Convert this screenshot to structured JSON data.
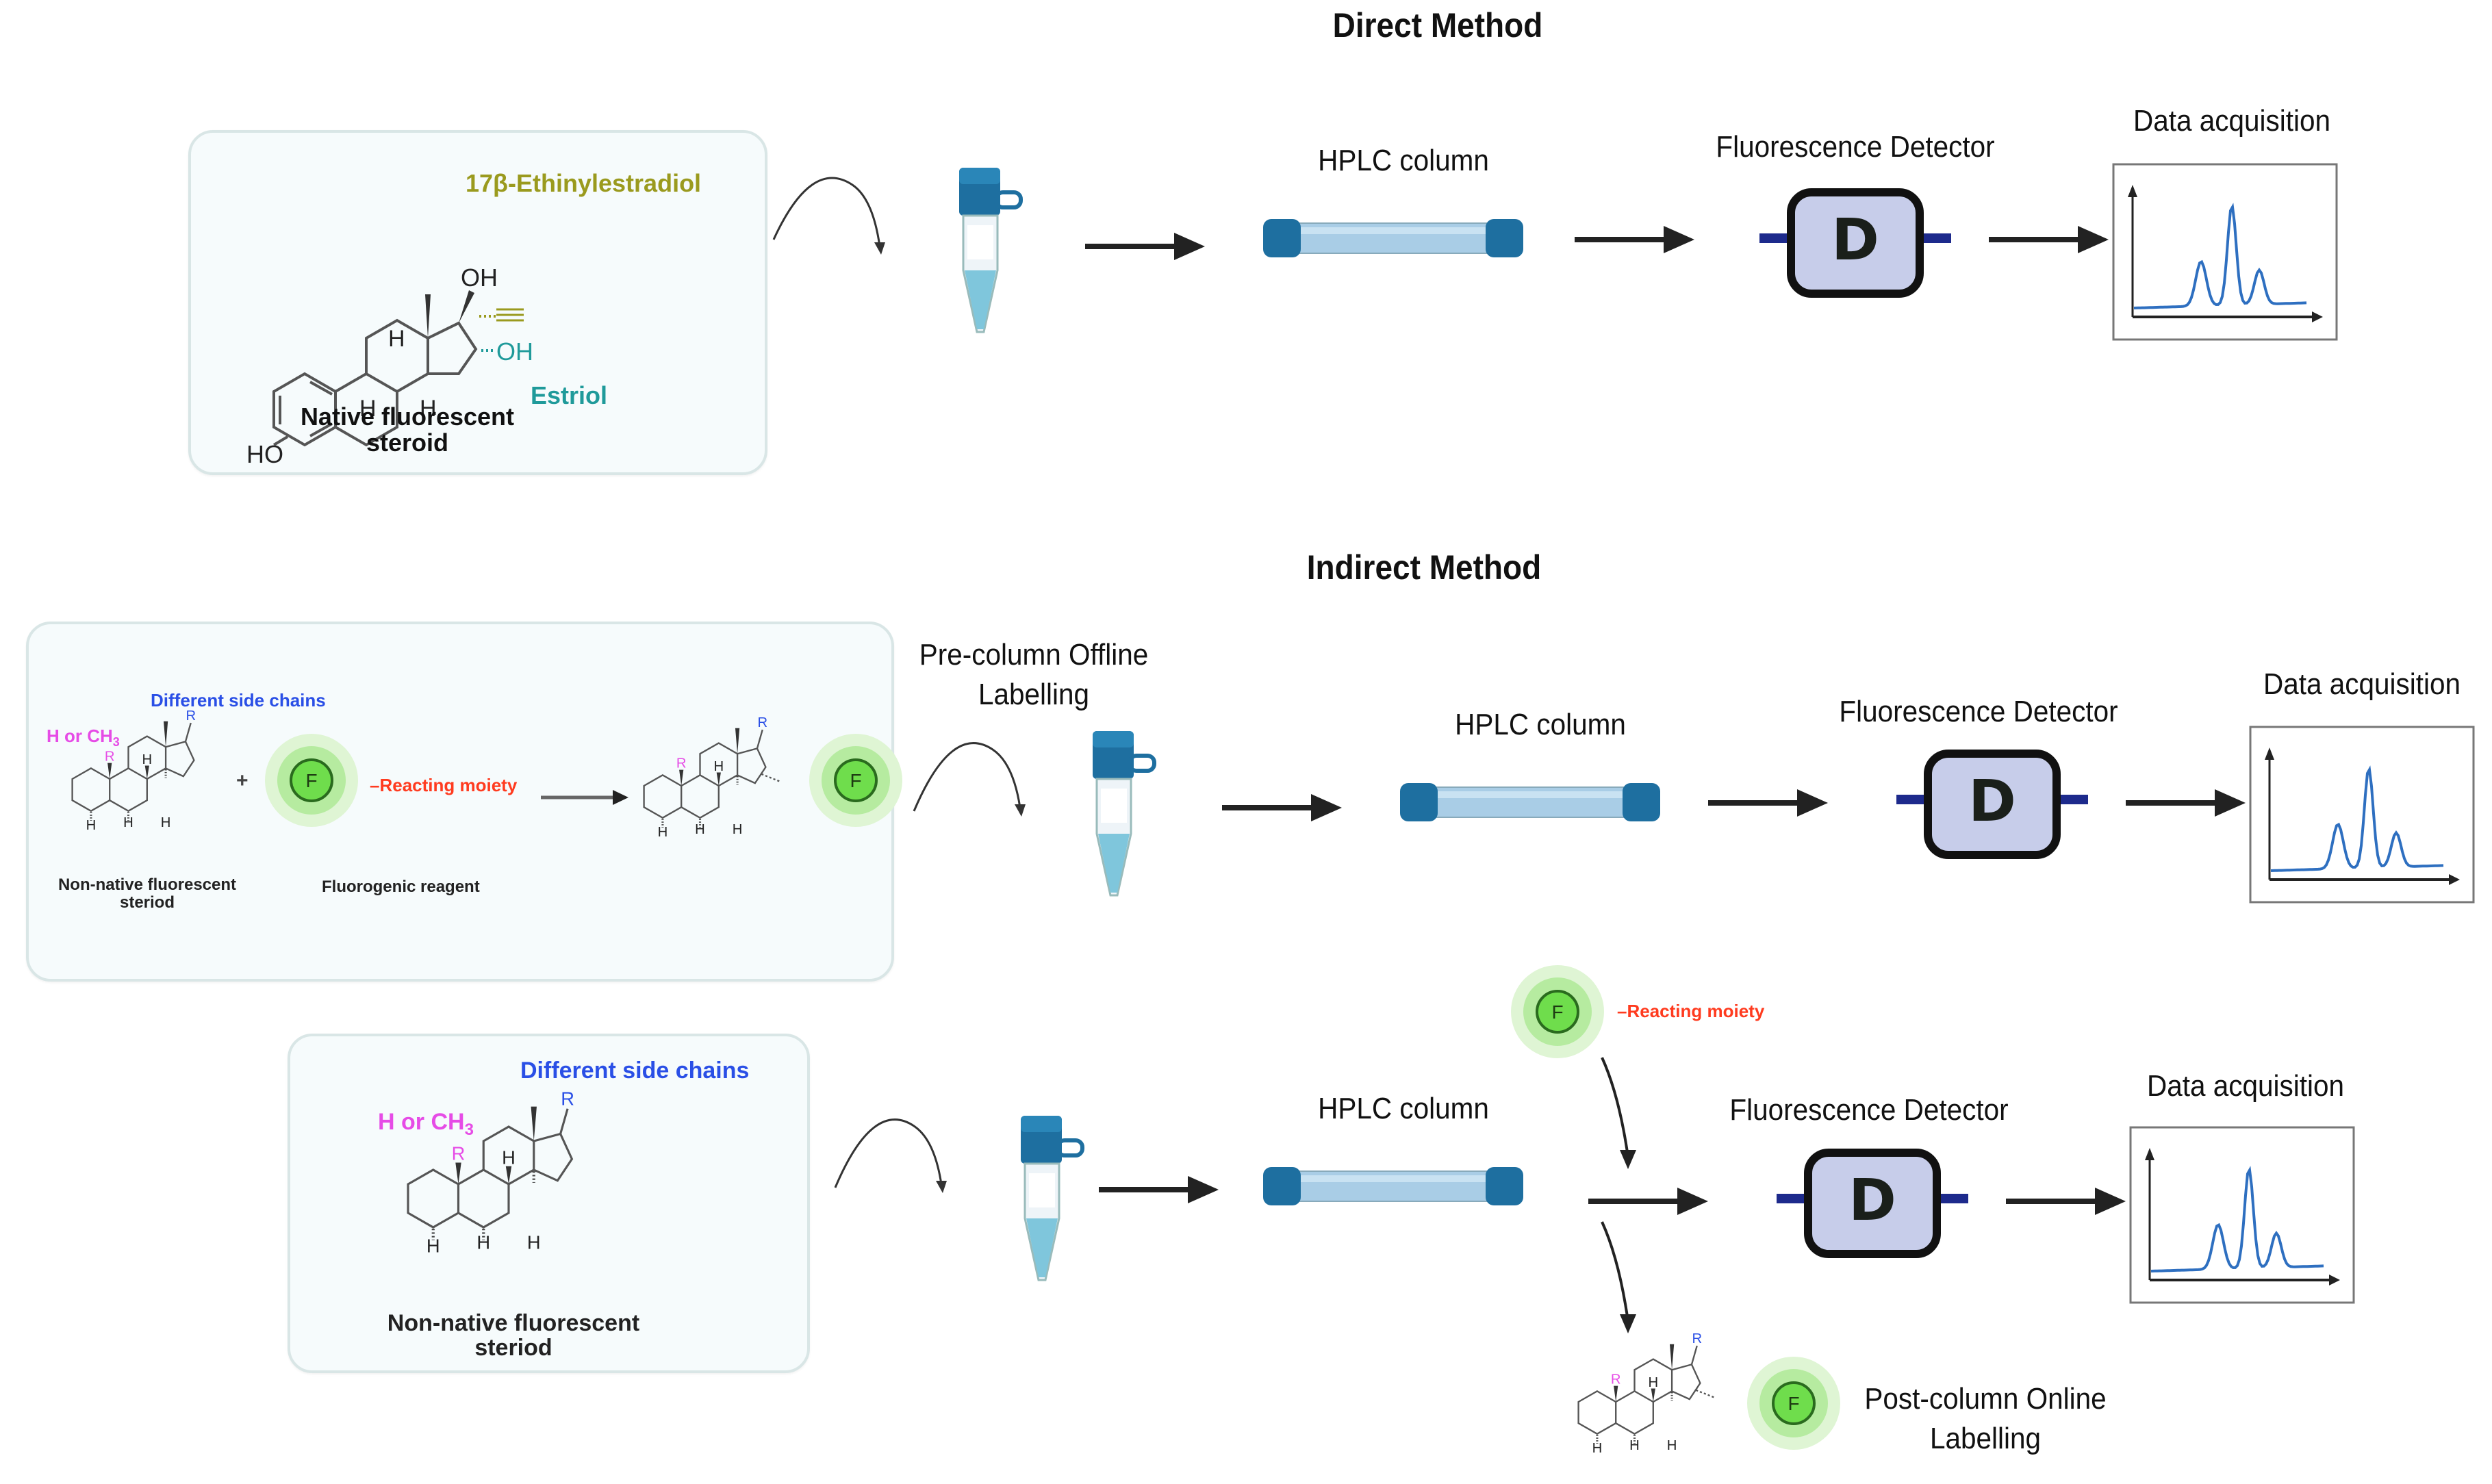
{
  "direct": {
    "title": "Direct Method",
    "steroid": {
      "label1": "17β-Ethinylestradiol",
      "label2": "Estriol",
      "oh_top": "OH",
      "oh_side": "OH",
      "ho": "HO",
      "h": "H",
      "caption_line1": "Native fluorescent",
      "caption_line2": "steroid"
    },
    "hplc_label": "HPLC column",
    "detector_label": "Fluorescence Detector",
    "detector_letter": "D",
    "data_label": "Data acquisition"
  },
  "indirect": {
    "title": "Indirect Method",
    "pre": {
      "side_chains": "Different side chains",
      "h_or_ch3": "H or CH",
      "h_or_ch3_sub": "3",
      "r": "R",
      "h": "H",
      "plus": "+",
      "f": "F",
      "reacting": "Reacting moiety",
      "caption_steroid_line1": "Non-native fluorescent",
      "caption_steroid_line2": "steriod",
      "caption_reagent": "Fluorogenic reagent",
      "step_line1": "Pre-column Offline",
      "step_line2": "Labelling",
      "hplc_label": "HPLC column",
      "detector_label": "Fluorescence Detector",
      "detector_letter": "D",
      "data_label": "Data acquisition"
    },
    "post": {
      "side_chains": "Different side chains",
      "h_or_ch3": "H or CH",
      "h_or_ch3_sub": "3",
      "r": "R",
      "h": "H",
      "caption_line1": "Non-native fluorescent",
      "caption_line2": "steriod",
      "hplc_label": "HPLC column",
      "f": "F",
      "reacting": "Reacting moiety",
      "detector_label": "Fluorescence Detector",
      "detector_letter": "D",
      "data_label": "Data acquisition",
      "step_line1": "Post-column Online",
      "step_line2": "Labelling"
    }
  },
  "colors": {
    "olive": "#9a9a1e",
    "teal": "#1f9a9a",
    "blue": "#2a4fe6",
    "magenta": "#e64ce6",
    "red": "#ff3b1f",
    "tube_blue": "#1e6fa0",
    "column_body": "#a9cde6",
    "detector_fill": "#c7cdea",
    "detector_pipe": "#1d2a8c",
    "peak_line": "#2e6fc0"
  }
}
